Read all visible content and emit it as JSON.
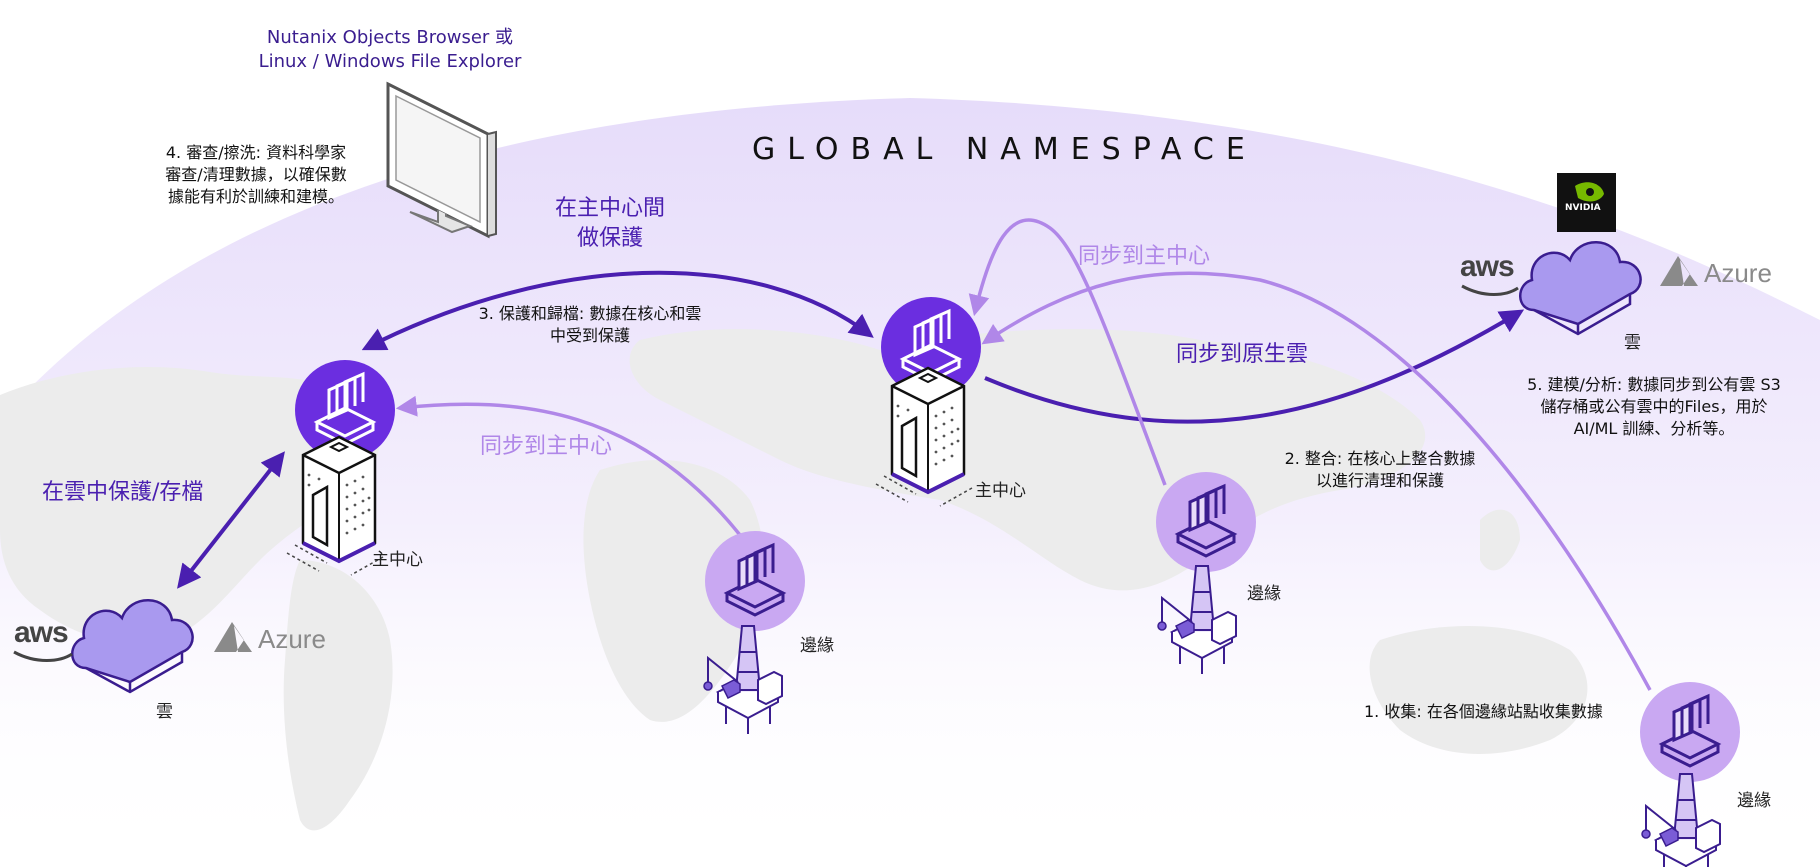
{
  "header": {
    "app_line1": "Nutanix Objects Browser 或",
    "app_line2": "Linux / Windows File Explorer"
  },
  "banner": "GLOBAL NAMESPACE",
  "steps": {
    "review": [
      "4. 審查/擦洗: 資料科學家",
      "審查/清理數據，以確保數",
      "據能有利於訓練和建模。"
    ],
    "protect": [
      "3. 保護和歸檔: 數據在核心和雲",
      "中受到保護"
    ],
    "consolidate": [
      "2. 整合: 在核心上整合數據",
      "以進行清理和保護"
    ],
    "model": [
      "5. 建模/分析: 數據同步到公有雲 S3",
      "儲存桶或公有雲中的Files，用於",
      "AI/ML 訓練、分析等。"
    ],
    "collect": "1. 收集: 在各個邊緣站點收集數據"
  },
  "arrows": {
    "protect_between_hubs": [
      "在主中心間",
      "做保護"
    ],
    "sync_to_hub_a": "同步到主中心",
    "sync_to_hub_b": "同步到主中心",
    "sync_to_native_cloud": "同步到原生雲",
    "protect_in_cloud": "在雲中保護/存檔"
  },
  "nodes": {
    "hub_label": "主中心",
    "edge_label": "邊緣",
    "cloud_label": "雲"
  },
  "logos": {
    "aws": "aws",
    "azure": "Azure",
    "nvidia": "NVIDIA"
  },
  "colors": {
    "dark_purple": "#4a1fb0",
    "light_purple": "#b087e8",
    "arc": "#ebe3fb",
    "map": "#ececec"
  }
}
